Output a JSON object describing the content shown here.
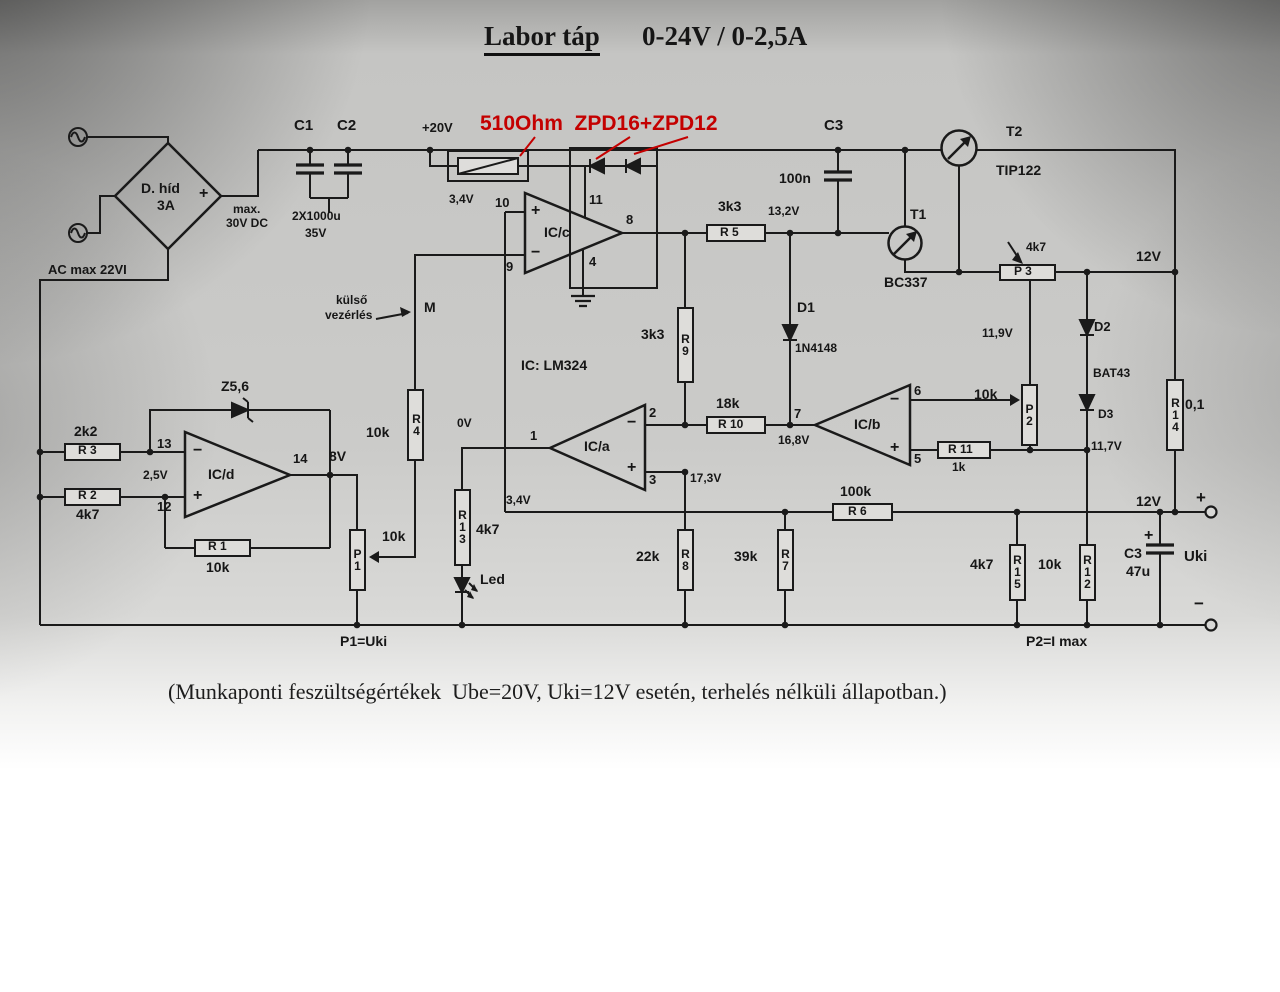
{
  "title": {
    "name": "Labor táp",
    "spec": "0-24V / 0-2,5A"
  },
  "annotation": {
    "mod": "510Ohm  ZPD16+ZPD12"
  },
  "footer": {
    "note": "(Munkaponti feszültségértékek  Ube=20V, Uki=12V esetén, terhelés nélküli állapotban.)"
  },
  "colors": {
    "red": "#c40000",
    "ink": "#1a1a1a",
    "paper": "#cbcbc9"
  },
  "input": {
    "ac_note": "AC max 22VI",
    "bridge_name": "D. híd",
    "bridge_rating": "3A",
    "plus": "+",
    "dc1": "max.",
    "dc2": "30V DC"
  },
  "rails": {
    "v20": "+20V",
    "v12_top": "12V",
    "v12_out": "12V",
    "uki": "Uki",
    "out_plus": "+",
    "out_minus": "−"
  },
  "caps": {
    "c1": "C1",
    "c2": "C2",
    "c12_value": "2X1000u",
    "c12_volt": "35V",
    "c3a": "C3",
    "c3a_value": "100n",
    "c3b": "C3",
    "c3b_value": "47u",
    "c3b_plus": "+"
  },
  "transistors": {
    "t1": "T1",
    "t1_type": "BC337",
    "t2": "T2",
    "t2_type": "TIP122"
  },
  "opamp_note": "IC: LM324",
  "icc": {
    "name": "IC/c",
    "v_in": "3,4V",
    "p10": "10",
    "p9": "9",
    "p8": "8",
    "p11": "11",
    "p4": "4",
    "plus": "+",
    "minus": "−"
  },
  "icd": {
    "name": "IC/d",
    "p13": "13",
    "p12": "12",
    "p14": "14",
    "vref": "2,5V",
    "vout": "8V",
    "zener": "Z5,6",
    "plus": "+",
    "minus": "−"
  },
  "ica": {
    "name": "IC/a",
    "p1": "1",
    "p2": "2",
    "p3": "3",
    "v0": "0V",
    "v173": "17,3V",
    "v34": "3,4V",
    "plus": "+",
    "minus": "−"
  },
  "icb": {
    "name": "IC/b",
    "p5": "5",
    "p6": "6",
    "p7": "7",
    "v168": "16,8V",
    "plus": "+",
    "minus": "−"
  },
  "resistors": {
    "r1": {
      "ref": "R 1",
      "value": "10k"
    },
    "r2": {
      "ref": "R 2",
      "value": "4k7"
    },
    "r3": {
      "ref": "R 3",
      "value": "2k2"
    },
    "r4": {
      "ref": "R4",
      "value": "10k"
    },
    "r5": {
      "ref": "R 5",
      "value": "3k3"
    },
    "r6": {
      "ref": "R 6",
      "value": "100k"
    },
    "r7": {
      "ref": "R7",
      "value": "39k"
    },
    "r8": {
      "ref": "R8",
      "value": "22k"
    },
    "r9": {
      "ref": "R9",
      "value": "3k3"
    },
    "r10": {
      "ref": "R 10",
      "value": "18k"
    },
    "r11": {
      "ref": "R 11",
      "value": "1k"
    },
    "r12": {
      "ref": "R12",
      "value": "10k"
    },
    "r13": {
      "ref": "R13",
      "value": "4k7"
    },
    "r14": {
      "ref": "R14",
      "value": "0,1"
    },
    "r15": {
      "ref": "R15",
      "value": "4k7"
    }
  },
  "pots": {
    "p1": {
      "ref": "P1",
      "value": "10k",
      "note": "P1=Uki"
    },
    "p2": {
      "ref": "P2",
      "value": "10k",
      "note": "P2=I max"
    },
    "p3": {
      "ref": "P 3",
      "value": "4k7"
    }
  },
  "diodes": {
    "d1": "D1",
    "d1_type": "1N4148",
    "d2": "D2",
    "d2_type": "BAT43",
    "d3": "D3",
    "led": "Led"
  },
  "voltages": {
    "v132": "13,2V",
    "v119": "11,9V",
    "v117": "11,7V"
  },
  "control": {
    "line1": "külső",
    "line2": "vezérlés",
    "m": "M"
  }
}
